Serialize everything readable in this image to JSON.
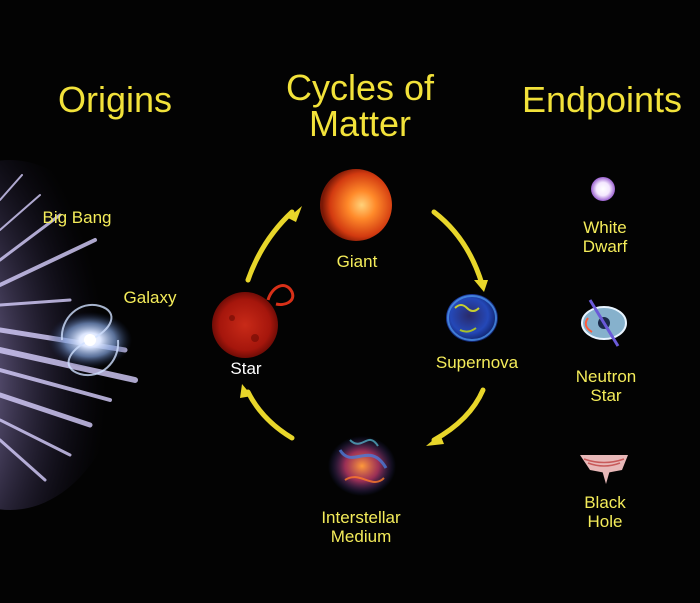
{
  "headings": {
    "origins": "Origins",
    "cycles_line1": "Cycles of",
    "cycles_line2": "Matter",
    "endpoints": "Endpoints"
  },
  "origins": {
    "big_bang": "Big Bang",
    "galaxy": "Galaxy"
  },
  "cycle": {
    "giant": "Giant",
    "star": "Star",
    "supernova": "Supernova",
    "ism_line1": "Interstellar",
    "ism_line2": "Medium"
  },
  "endpoints": {
    "white_dwarf_line1": "White",
    "white_dwarf_line2": "Dwarf",
    "neutron_star_line1": "Neutron",
    "neutron_star_line2": "Star",
    "black_hole_line1": "Black",
    "black_hole_line2": "Hole"
  },
  "colors": {
    "background": "#030303",
    "heading": "#f2e23a",
    "label": "#f4ec5a",
    "cycle_arrow": "#e8d62a"
  }
}
